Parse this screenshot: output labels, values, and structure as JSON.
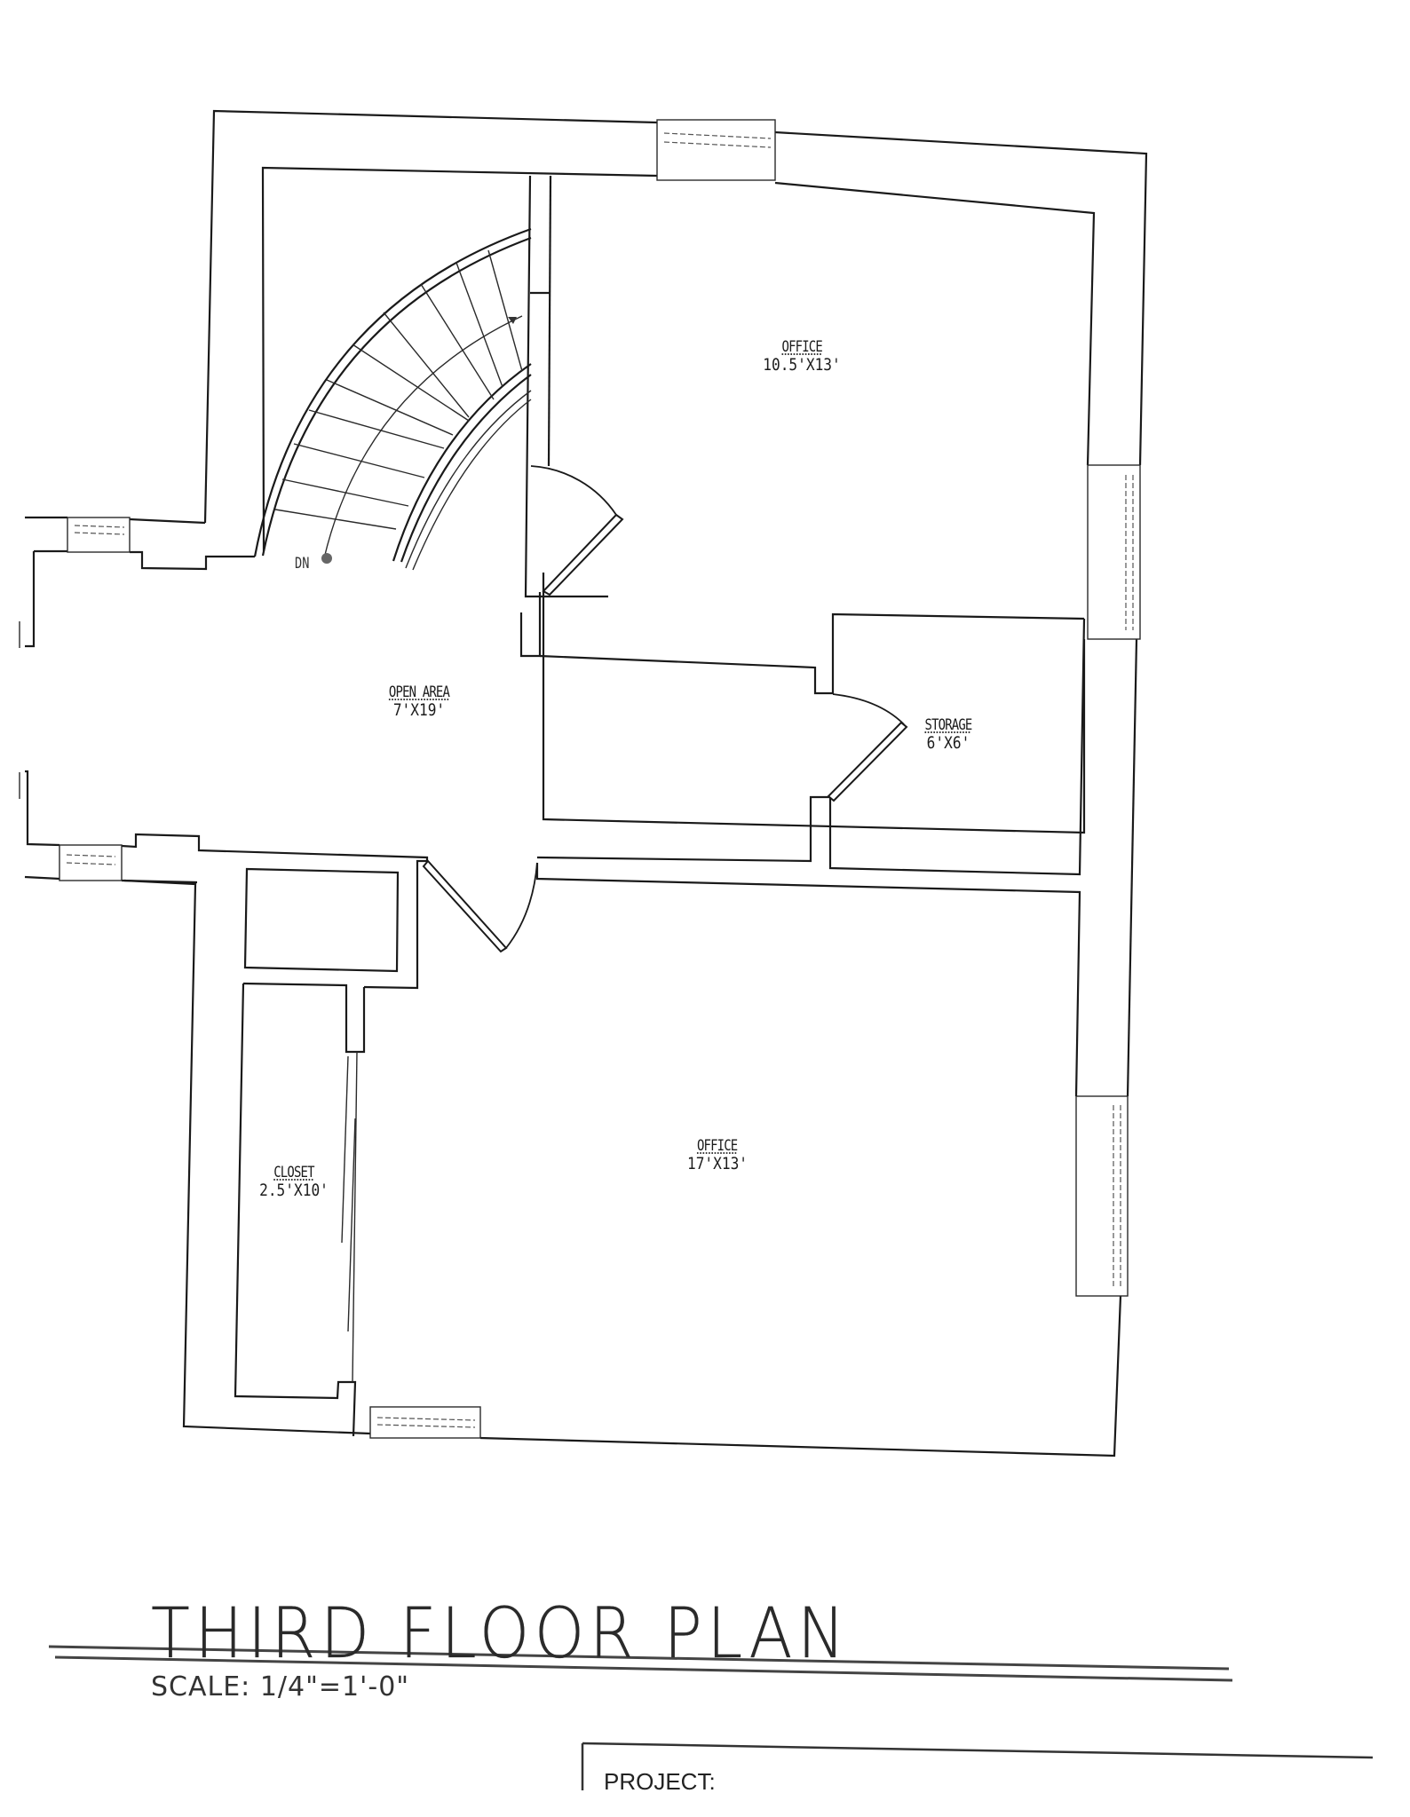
{
  "drawing": {
    "title": "THIRD FLOOR PLAN",
    "scale": "SCALE: 1/4\"=1'-0\"",
    "title_block": {
      "project_label": "PROJECT:"
    }
  },
  "rooms": [
    {
      "id": "office-north",
      "name": "OFFICE",
      "dimensions": "10.5'X13'"
    },
    {
      "id": "open-area",
      "name": "OPEN AREA",
      "dimensions": "7'X19'"
    },
    {
      "id": "storage",
      "name": "STORAGE",
      "dimensions": "6'X6'"
    },
    {
      "id": "closet",
      "name": "CLOSET",
      "dimensions": "2.5'X10'"
    },
    {
      "id": "office-south",
      "name": "OFFICE",
      "dimensions": "17'X13'"
    }
  ],
  "annotations": {
    "stair_direction": "DN"
  },
  "colors": {
    "line": "#1a1a1a",
    "background": "#ffffff"
  }
}
